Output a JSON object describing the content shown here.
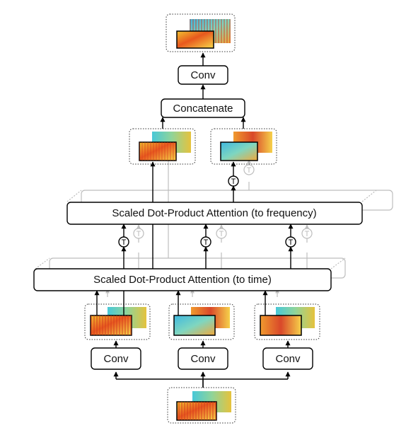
{
  "diagram": {
    "top_conv": "Conv",
    "concatenate": "Concatenate",
    "attention_frequency": "Scaled Dot-Product Attention (to frequency)",
    "attention_time": "Scaled Dot-Product Attention (to time)",
    "conv_left": "Conv",
    "conv_middle": "Conv",
    "conv_right": "Conv",
    "transpose_symbol": "T"
  },
  "colors": {
    "arrow": "#000000",
    "ghost": "#bdbdbd",
    "heatmap_warm": "#e8541e",
    "heatmap_mid": "#f4d03a",
    "heatmap_cool": "#3fc4d9"
  }
}
